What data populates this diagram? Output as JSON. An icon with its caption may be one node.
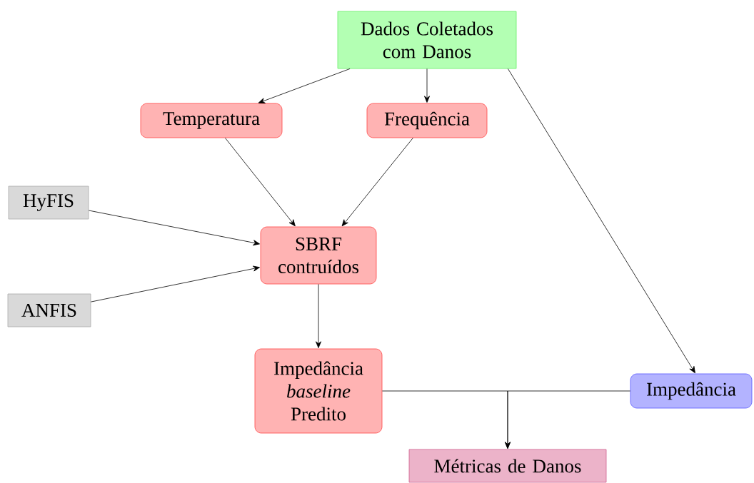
{
  "diagram": {
    "nodes": [
      {
        "text": [
          "Dados Coletados com Danos"
        ]
      },
      {
        "text": [
          "Temperatura"
        ]
      },
      {
        "text": [
          "Frequência"
        ]
      },
      {
        "text": [
          "HyFIS"
        ]
      },
      {
        "text": [
          "SBRF contruídos"
        ]
      },
      {
        "text": [
          "ANFIS"
        ]
      },
      {
        "text": [
          "Impedância *baseline* Predito"
        ]
      },
      {
        "text": [
          "Impedância"
        ]
      },
      {
        "text": [
          "Métricas de Danos"
        ]
      }
    ],
    "edges": [
      {
        "from": 0,
        "to": 1,
        "arrow": "to"
      },
      {
        "from": 0,
        "to": 2,
        "arrow": "to"
      },
      {
        "from": 0,
        "to": 7,
        "arrow": "to"
      },
      {
        "from": 1,
        "to": 4,
        "arrow": "to"
      },
      {
        "from": 2,
        "to": 4,
        "arrow": "to"
      },
      {
        "from": 3,
        "to": 4,
        "arrow": "to"
      },
      {
        "from": 5,
        "to": 4,
        "arrow": "to"
      },
      {
        "from": 4,
        "to": 6,
        "arrow": "to"
      },
      {
        "from": 6,
        "to": 8,
        "arrow": "to"
      },
      {
        "from": 7,
        "to": 8,
        "arrow": "to"
      }
    ]
  }
}
